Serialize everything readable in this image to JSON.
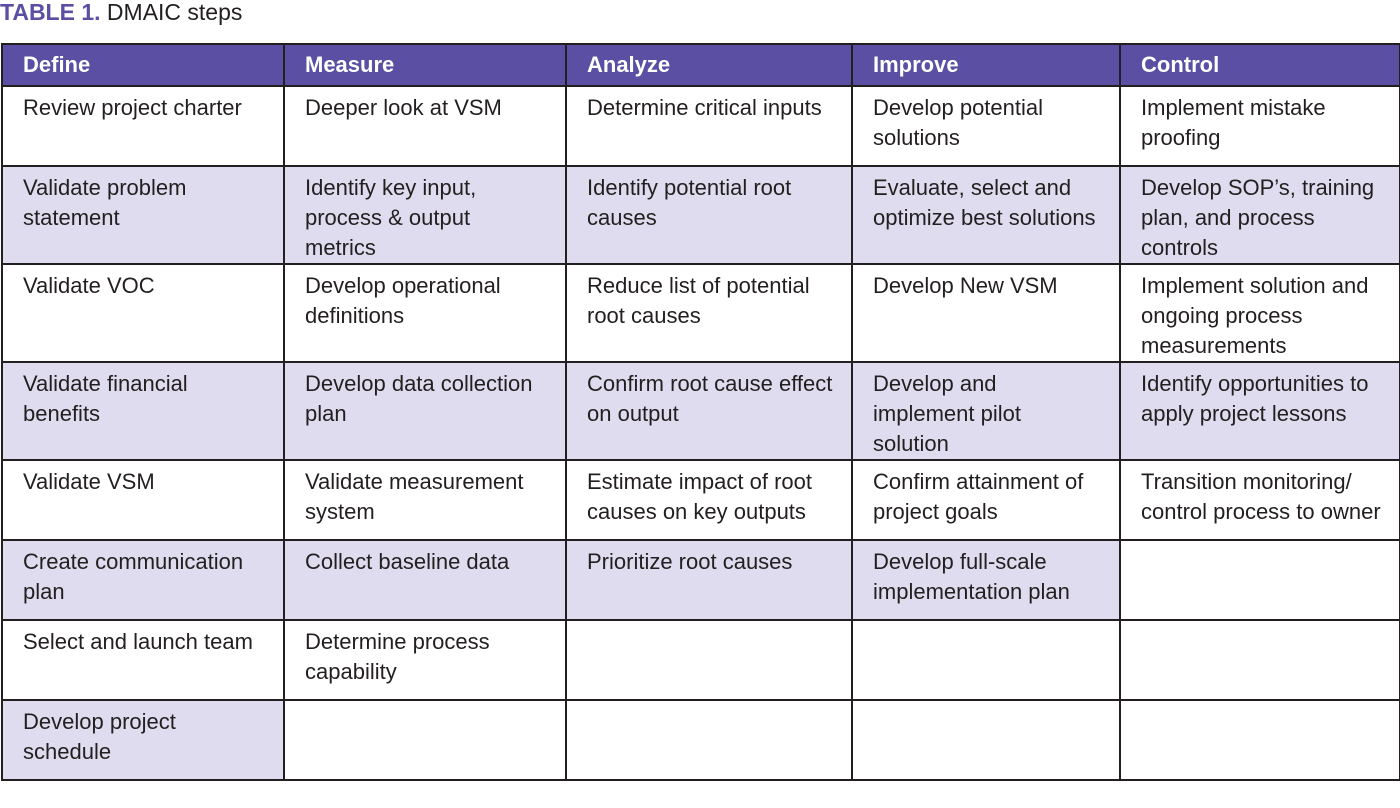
{
  "caption": {
    "label": "TABLE 1.",
    "title": "DMAIC steps"
  },
  "table": {
    "headers": [
      "Define",
      "Measure",
      "Analyze",
      "Improve",
      "Control"
    ],
    "rows": [
      [
        "Review project charter",
        "Deeper look at VSM",
        "Determine critical inputs",
        "Develop potential solutions",
        "Implement mistake proofing"
      ],
      [
        "Validate problem statement",
        "Identify key input, process & output metrics",
        "Identify potential root causes",
        "Evaluate, select and optimize best solutions",
        "Develop SOP’s, training plan, and process controls"
      ],
      [
        "Validate VOC",
        "Develop operational definitions",
        "Reduce list of potential root causes",
        "Develop New VSM",
        "Implement solution and ongoing process measurements"
      ],
      [
        "Validate financial benefits",
        "Develop data collection plan",
        "Confirm root cause effect on output",
        "Develop and implement pilot solution",
        "Identify opportunities to apply project lessons"
      ],
      [
        "Validate VSM",
        "Validate measurement system",
        "Estimate impact of root causes on key outputs",
        "Confirm attainment of project goals",
        "Transition monitoring/ control process to owner"
      ],
      [
        "Create communication plan",
        "Collect baseline data",
        "Prioritize root causes",
        "Develop full-scale implementation plan",
        ""
      ],
      [
        "Select and launch team",
        "Determine process capability",
        "",
        "",
        ""
      ],
      [
        "Develop project schedule",
        "",
        "",
        "",
        ""
      ]
    ]
  },
  "colors": {
    "header_bg": "#5a4fa3",
    "alt_row_bg": "#dedcee",
    "caption_label": "#5a4fa3"
  }
}
